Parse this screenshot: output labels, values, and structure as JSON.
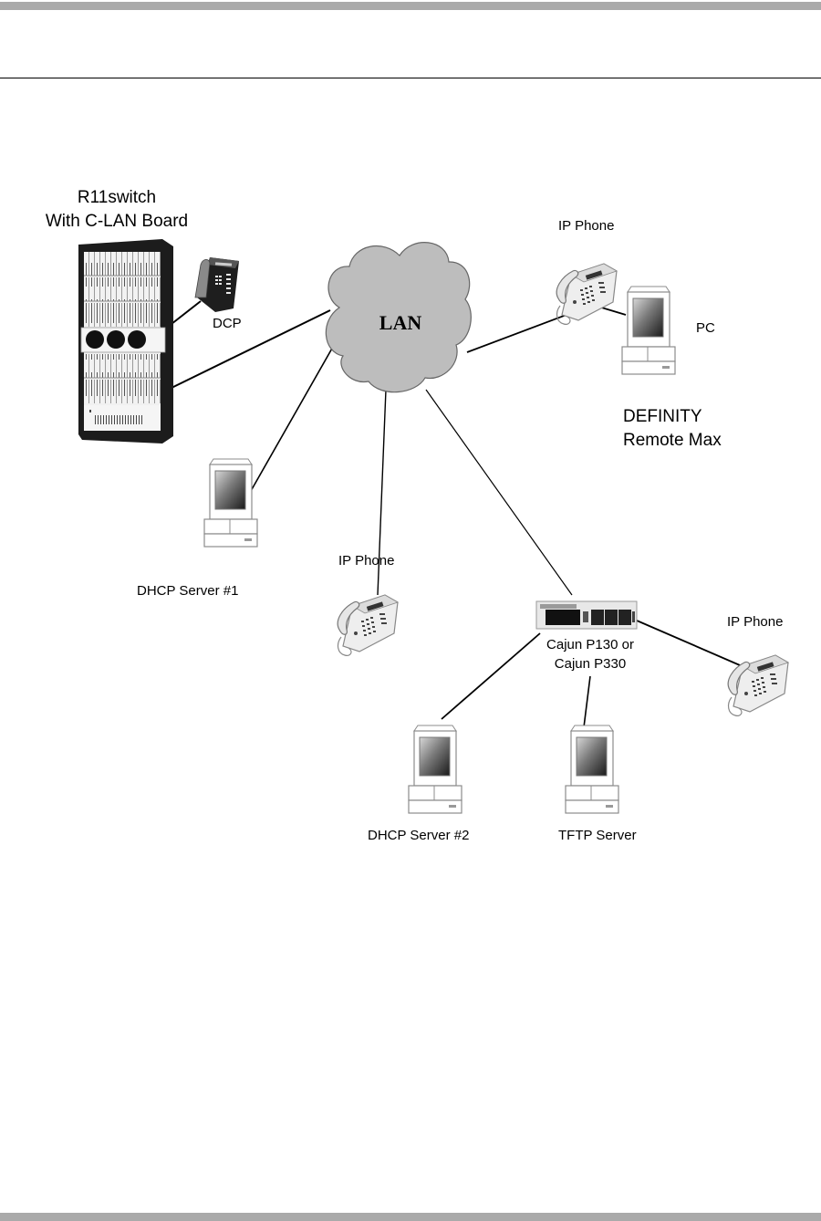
{
  "page": {
    "top_bar_color": "#aaaaaa",
    "bottom_bar_color": "#aaaaaa"
  },
  "diagram": {
    "title": "",
    "cloud": {
      "label": "LAN",
      "fill": "#bdbdbd",
      "stroke": "#666666"
    },
    "nodes": {
      "switch": {
        "label_line1": "R11switch",
        "label_line2": "With C-LAN Board"
      },
      "dcp_phone": {
        "label": "DCP"
      },
      "ip_phone_top": {
        "label": "IP Phone"
      },
      "pc": {
        "label": "PC"
      },
      "remote_max": {
        "label_line1": "DEFINITY",
        "label_line2": "Remote Max"
      },
      "dhcp_server_1": {
        "label": "DHCP Server #1"
      },
      "ip_phone_middle": {
        "label": "IP Phone"
      },
      "cajun": {
        "label_line1": "Cajun P130 or",
        "label_line2": "Cajun P330"
      },
      "ip_phone_right": {
        "label": "IP Phone"
      },
      "dhcp_server_2": {
        "label": "DHCP Server #2"
      },
      "tftp_server": {
        "label": "TFTP Server"
      }
    },
    "connections": [
      {
        "from": "dcp_phone",
        "to": "switch"
      },
      {
        "from": "switch",
        "to": "cloud"
      },
      {
        "from": "dhcp_server_1",
        "to": "cloud"
      },
      {
        "from": "ip_phone_middle",
        "to": "cloud"
      },
      {
        "from": "cajun",
        "to": "cloud"
      },
      {
        "from": "ip_phone_top",
        "to": "cloud"
      },
      {
        "from": "ip_phone_top",
        "to": "pc"
      },
      {
        "from": "cajun",
        "to": "ip_phone_right"
      },
      {
        "from": "cajun",
        "to": "dhcp_server_2"
      },
      {
        "from": "cajun",
        "to": "tftp_server"
      }
    ]
  }
}
